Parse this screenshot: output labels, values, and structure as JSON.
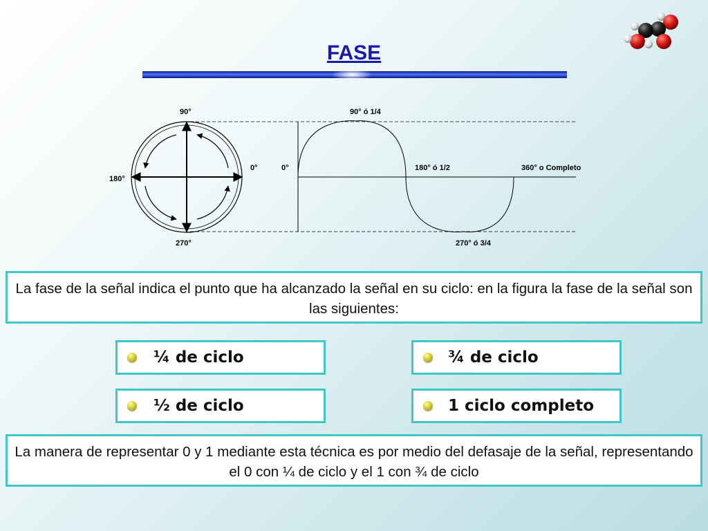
{
  "title": "FASE",
  "diagram": {
    "circle_labels": {
      "top": "90°",
      "left": "180°",
      "right": "0°",
      "bottom": "270°"
    },
    "wave_labels": {
      "start": "0°",
      "peak": "90° ó 1/4",
      "half": "180° ó 1/2",
      "trough": "270° ó 3/4",
      "full": "360° o Completo"
    }
  },
  "description": "La fase de la señal indica el punto que ha alcanzado la señal en su ciclo: en la figura la fase de la señal son las siguientes:",
  "options": [
    {
      "label": "¼ de ciclo"
    },
    {
      "label": "¾ de ciclo"
    },
    {
      "label": "½ de ciclo"
    },
    {
      "label": "1 ciclo completo"
    }
  ],
  "footer_note": "La manera de representar 0 y 1 mediante esta técnica es por medio del defasaje de la señal, representando el 0 con ¼  de ciclo y el 1 con ¾ de ciclo",
  "colors": {
    "title": "#1a1aa8",
    "box_border": "#3fc6c6",
    "bar": "#1a2fb0"
  }
}
